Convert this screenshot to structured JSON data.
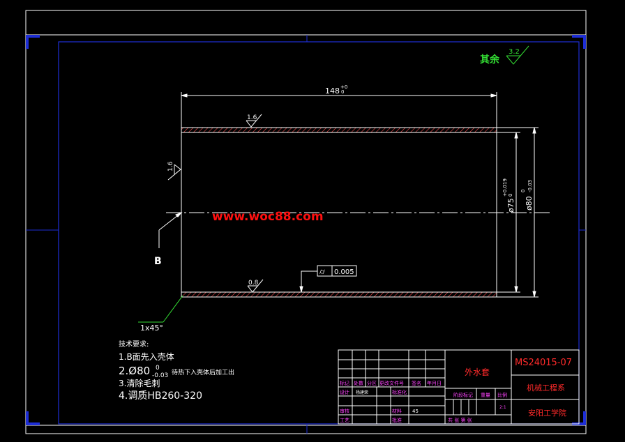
{
  "colors": {
    "background": "#000000",
    "outline": "#ffffff",
    "frame_blue": "#1e2ed6",
    "section_hatch": "#ff4d4d",
    "annotation_green": "#33dd33",
    "title_red": "#ff2a2a",
    "title_magenta": "#ff44ff",
    "watermark": "#ff1010"
  },
  "roughness_general": {
    "label": "其余",
    "value": "3.2"
  },
  "dimensions": {
    "length": "148",
    "length_tol_upper": "+0",
    "length_tol_lower": "0",
    "inner_dia": "ø75",
    "inner_tol_upper": "+0.019",
    "inner_tol_lower": "0",
    "outer_dia": "ø80",
    "outer_tol_upper": "0",
    "outer_tol_lower": "-0.03",
    "chamfer": "1x45°"
  },
  "roughness": {
    "top": "1.6",
    "left": "1.6",
    "bottom": "0.8"
  },
  "datum_label": "B",
  "cylindricity": {
    "symbol": "⌭",
    "value": "0.005"
  },
  "watermark": "www.woc88.com",
  "tech_requirements": {
    "title": "技术要求:",
    "items": [
      "1.B面先入壳体",
      "2.Ø80",
      "3.清除毛刺",
      "4.调质HB260-320"
    ],
    "item2_upper": "0",
    "item2_lower": "-0.03",
    "item2_suffix": "待热下入壳体后加工出"
  },
  "title_block": {
    "part_name": "外水套",
    "drawing_no": "MS24015-07",
    "department": "机械工程系",
    "school": "安阳工学院",
    "row_labels": [
      "标记",
      "处数",
      "分区",
      "更改文件号",
      "签名",
      "年月日"
    ],
    "designer_label": "设计",
    "designer_name": "杨建荣",
    "standardization_label": "标准化",
    "checker_label": "审核",
    "process_label": "工艺",
    "approve_label": "批准",
    "material_label": "材料",
    "material": "45",
    "stage_label": "阶段标记",
    "weight_label": "重量",
    "scale_label": "比例",
    "scale": "2:1",
    "sheets": "共 张 第 张"
  }
}
